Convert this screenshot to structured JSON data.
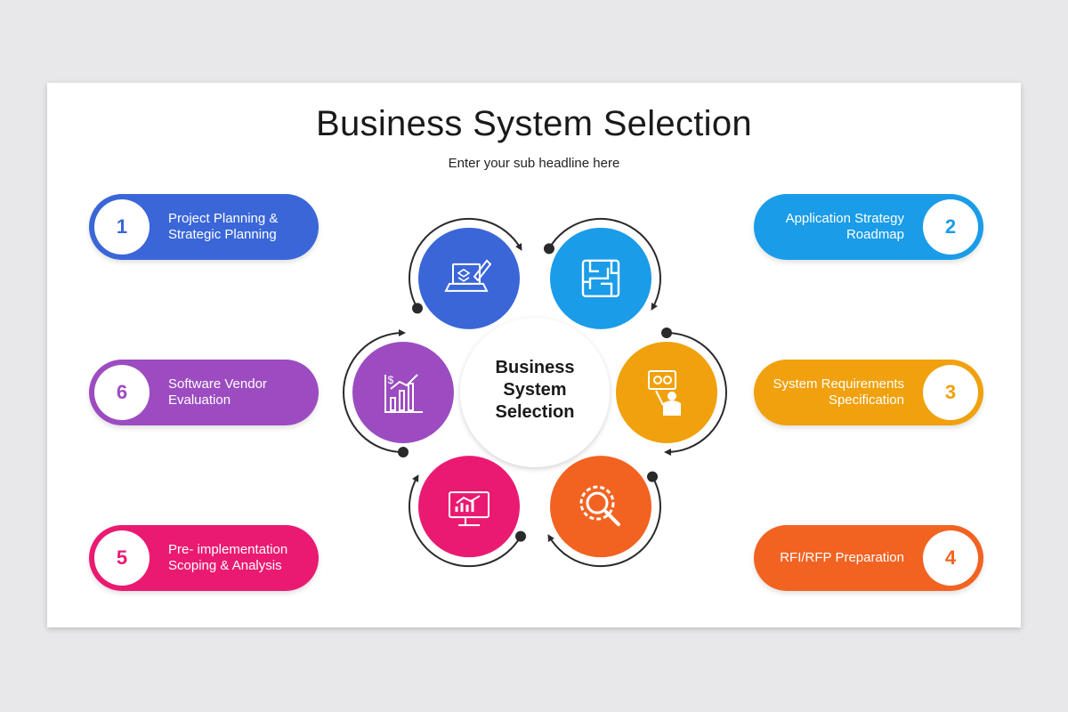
{
  "header": {
    "title": "Business System Selection",
    "subtitle": "Enter your sub headline here"
  },
  "center": {
    "label": "Business\nSystem\nSelection"
  },
  "steps": [
    {
      "number": "1",
      "label": "Project Planning &\nStrategic Planning",
      "color": "#3a66d8",
      "icon": "laptop-pen-icon"
    },
    {
      "number": "2",
      "label": "Application Strategy\nRoadmap",
      "color": "#1a9ce8",
      "icon": "maze-icon"
    },
    {
      "number": "3",
      "label": "System Requirements\nSpecification",
      "color": "#f0a10d",
      "icon": "presenter-gears-icon"
    },
    {
      "number": "4",
      "label": "RFI/RFP Preparation",
      "color": "#f26322",
      "icon": "gear-magnifier-icon"
    },
    {
      "number": "5",
      "label": "Pre- implementation\nScoping & Analysis",
      "color": "#ea1a72",
      "icon": "monitor-chart-icon"
    },
    {
      "number": "6",
      "label": "Software Vendor\nEvaluation",
      "color": "#9c4cc0",
      "icon": "dollar-growth-chart-icon"
    }
  ]
}
